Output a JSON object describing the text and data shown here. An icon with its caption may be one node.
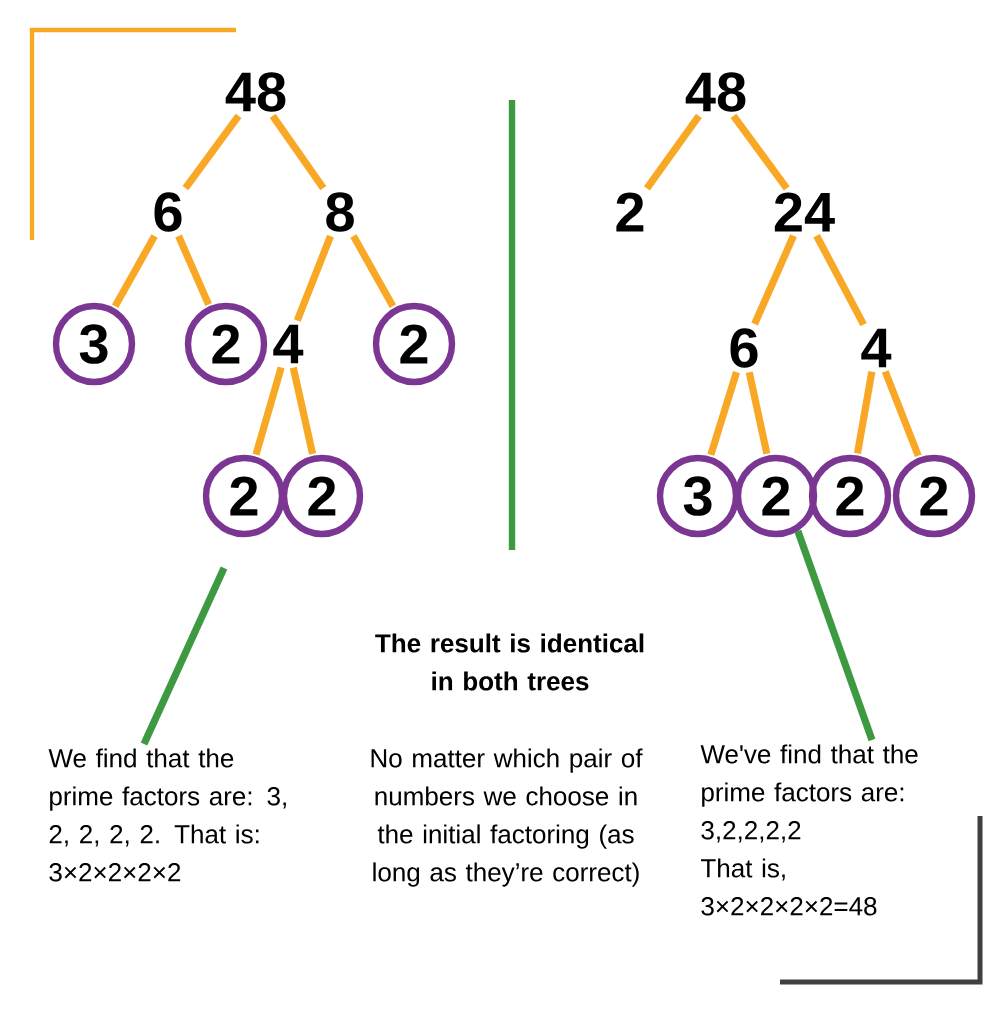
{
  "diagram": {
    "nodes": [
      {
        "text": [
          "48"
        ]
      },
      {
        "text": [
          "6"
        ]
      },
      {
        "text": [
          "8"
        ]
      },
      {
        "text": [
          "3"
        ]
      },
      {
        "text": [
          "2"
        ]
      },
      {
        "text": [
          "4"
        ]
      },
      {
        "text": [
          "2"
        ]
      },
      {
        "text": [
          "2"
        ]
      },
      {
        "text": [
          "2"
        ]
      },
      {
        "text": [
          "48"
        ]
      },
      {
        "text": [
          "2"
        ]
      },
      {
        "text": [
          "24"
        ]
      },
      {
        "text": [
          "6"
        ]
      },
      {
        "text": [
          "4"
        ]
      },
      {
        "text": [
          "3"
        ]
      },
      {
        "text": [
          "2"
        ]
      },
      {
        "text": [
          "2"
        ]
      },
      {
        "text": [
          "2"
        ]
      },
      {
        "text": [
          "We find that the prime factors are: 3, 2, 2, 2, 2. That is: 3×2×2×2×2"
        ]
      },
      {
        "text": [
          "We've find that the prime factors are:",
          "3,2,2,2,2",
          "That is,",
          "3×2×2×2×2=48"
        ]
      }
    ],
    "edges": [
      {
        "from": 0,
        "to": 1,
        "arrow": "none"
      },
      {
        "from": 0,
        "to": 2,
        "arrow": "none"
      },
      {
        "from": 1,
        "to": 3,
        "arrow": "none"
      },
      {
        "from": 1,
        "to": 4,
        "arrow": "none"
      },
      {
        "from": 2,
        "to": 5,
        "arrow": "none"
      },
      {
        "from": 2,
        "to": 6,
        "arrow": "none"
      },
      {
        "from": 5,
        "to": 7,
        "arrow": "none"
      },
      {
        "from": 5,
        "to": 8,
        "arrow": "none"
      },
      {
        "from": 9,
        "to": 10,
        "arrow": "none"
      },
      {
        "from": 9,
        "to": 11,
        "arrow": "none"
      },
      {
        "from": 11,
        "to": 12,
        "arrow": "none"
      },
      {
        "from": 11,
        "to": 13,
        "arrow": "none"
      },
      {
        "from": 12,
        "to": 14,
        "arrow": "none"
      },
      {
        "from": 12,
        "to": 15,
        "arrow": "none"
      },
      {
        "from": 13,
        "to": 16,
        "arrow": "none"
      },
      {
        "from": 13,
        "to": 17,
        "arrow": "none"
      },
      {
        "from": 18,
        "to": null,
        "arrow": "none",
        "color": "#3d9a40"
      },
      {
        "from": 19,
        "to": 15,
        "arrow": "none",
        "color": "#3d9a40"
      }
    ],
    "labels": [
      "The result is identical in both trees",
      "No matter which pair of numbers we choose in the initial factoring (as long as they’re correct)"
    ]
  }
}
